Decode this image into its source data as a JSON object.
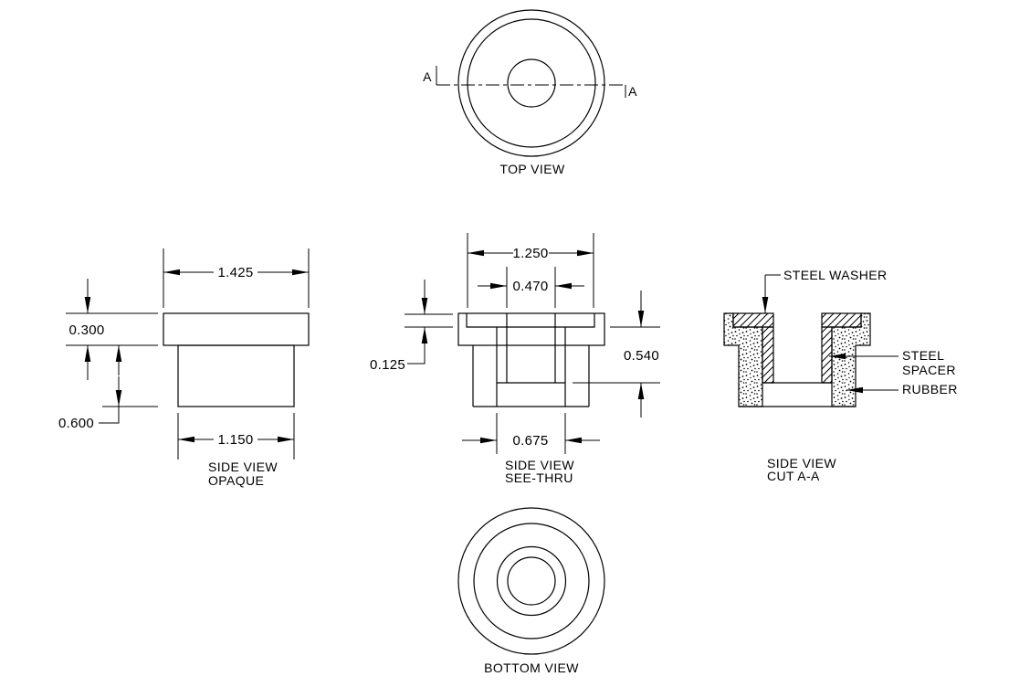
{
  "views": {
    "top": {
      "caption": "TOP VIEW",
      "section_label_left": "A",
      "section_label_right": "A"
    },
    "side_opaque": {
      "caption_line1": "SIDE VIEW",
      "caption_line2": "OPAQUE",
      "dims": {
        "flange_width": "1.425",
        "flange_thickness": "0.300",
        "body_height": "0.600",
        "body_width": "1.150"
      }
    },
    "side_see_thru": {
      "caption_line1": "SIDE VIEW",
      "caption_line2": "SEE-THRU",
      "dims": {
        "washer_width": "1.250",
        "hole_width": "0.470",
        "washer_thickness": "0.125",
        "inner_depth": "0.540",
        "recess_width": "0.675"
      }
    },
    "side_cut": {
      "caption_line1": "SIDE VIEW",
      "caption_line2": "CUT A-A",
      "labels": {
        "washer": "STEEL WASHER",
        "spacer_line1": "STEEL",
        "spacer_line2": "SPACER",
        "rubber": "RUBBER"
      }
    },
    "bottom": {
      "caption": "BOTTOM VIEW"
    }
  },
  "colors": {
    "line": "#000000",
    "text": "#000000",
    "background": "#ffffff"
  }
}
